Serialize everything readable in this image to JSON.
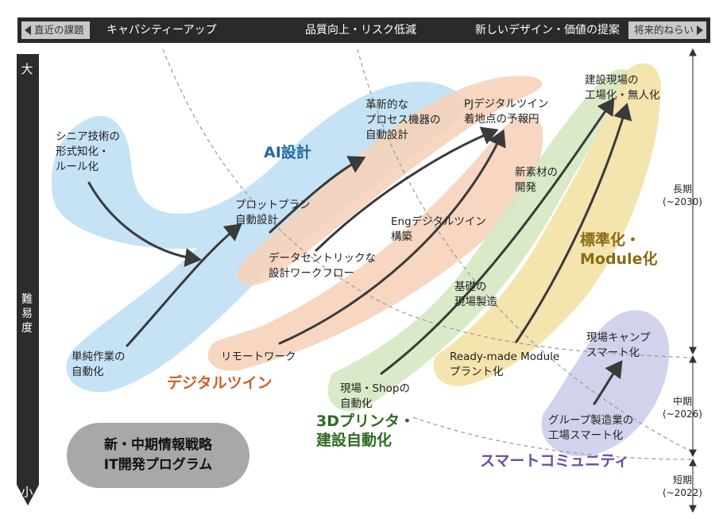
{
  "top_bar": {
    "left_tag": "直近の課題",
    "items": [
      "キャパシティーアップ",
      "品質向上・リスク低減",
      "新しいデザイン・価値の提案"
    ],
    "right_tag": "将来的ねらい"
  },
  "y_axis": {
    "label": "難易度",
    "top": "大",
    "bottom": "小"
  },
  "timeframes": {
    "long": [
      "長期",
      "(~2030)"
    ],
    "mid": [
      "中期",
      "(~2026)"
    ],
    "short": [
      "短期",
      "(~2022)"
    ]
  },
  "categories": {
    "ai": {
      "label": "AI設計",
      "color": "#1e6a9e"
    },
    "digital_twin": {
      "label": "デジタルツイン",
      "color": "#c8612a"
    },
    "printer": {
      "label": [
        "3Dプリンタ・",
        "建設自動化"
      ],
      "color": "#2e6b22"
    },
    "module": {
      "label": [
        "標準化・",
        "Module化"
      ],
      "color": "#8a6a12"
    },
    "smart": {
      "label": "スマートコミュニティ",
      "color": "#6a4aa6"
    }
  },
  "items": {
    "senior": [
      "シニア技術の",
      "形式知化・",
      "ルール化"
    ],
    "simple": [
      "単純作業の",
      "自動化"
    ],
    "plot": [
      "プロットプラン",
      "自動設計"
    ],
    "innov": [
      "革新的な",
      "プロセス機器の",
      "自動設計"
    ],
    "datacentric": [
      "データセントリックな",
      "設計ワークフロー"
    ],
    "remote": [
      "リモートワーク"
    ],
    "eng": [
      "Engデジタルツイン",
      "構築"
    ],
    "pj": [
      "PJデジタルツイン",
      "着地点の予報円"
    ],
    "shop": [
      "現場・Shopの",
      "自動化"
    ],
    "basic": [
      "基礎の",
      "現場製造"
    ],
    "newmat": [
      "新素材の",
      "開発"
    ],
    "factory": [
      "建設現場の",
      "工場化・無人化"
    ],
    "readymade": [
      "Ready-made Module",
      "プラント化"
    ],
    "camp": [
      "現場キャンプ",
      "スマート化"
    ],
    "group": [
      "グループ製造業の",
      "工場スマート化"
    ]
  },
  "legacy": [
    "新・中期情報戦略",
    "IT開発プログラム"
  ]
}
